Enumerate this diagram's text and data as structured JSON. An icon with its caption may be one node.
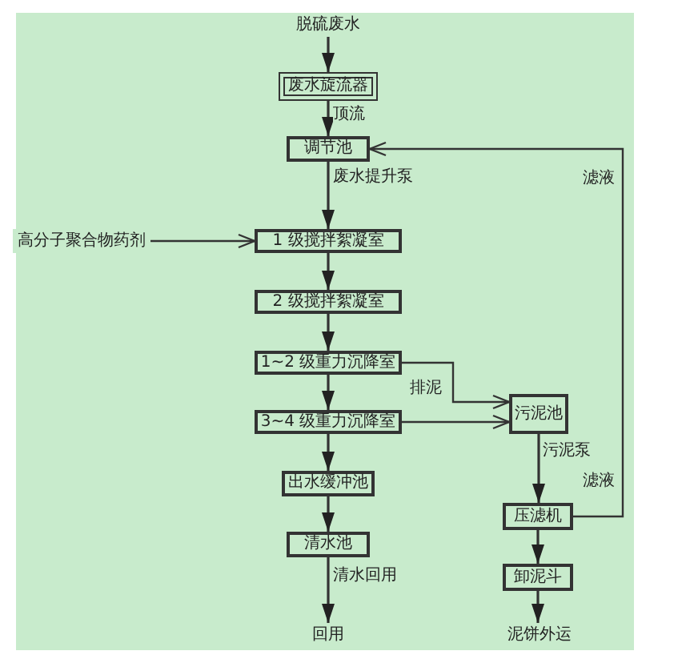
{
  "diagram": {
    "nodes": [
      {
        "text": [
          "脱硫废水"
        ]
      },
      {
        "text": [
          "废水旋流器"
        ]
      },
      {
        "text": [
          "调节池"
        ]
      },
      {
        "text": [
          "高分子聚合物药剂"
        ]
      },
      {
        "text": [
          "1 级搅拌絮凝室"
        ]
      },
      {
        "text": [
          "2 级搅拌絮凝室"
        ]
      },
      {
        "text": [
          "1~2 级重力沉降室"
        ]
      },
      {
        "text": [
          "污泥池"
        ]
      },
      {
        "text": [
          "3~4 级重力沉降室"
        ]
      },
      {
        "text": [
          "出水缓冲池"
        ]
      },
      {
        "text": [
          "压滤机"
        ]
      },
      {
        "text": [
          "清水池"
        ]
      },
      {
        "text": [
          "卸泥斗"
        ]
      },
      {
        "text": [
          "回用"
        ]
      },
      {
        "text": [
          "泥饼外运"
        ]
      }
    ],
    "edges": [
      {
        "from": 0,
        "to": 1,
        "arrow": "to"
      },
      {
        "from": 1,
        "to": 2,
        "arrow": "to",
        "label": "顶流"
      },
      {
        "from": 2,
        "to": 4,
        "arrow": "to",
        "label": "废水提升泵"
      },
      {
        "from": 3,
        "to": 4,
        "arrow": "to"
      },
      {
        "from": 4,
        "to": 5,
        "arrow": "to"
      },
      {
        "from": 5,
        "to": 6,
        "arrow": "to"
      },
      {
        "from": 6,
        "to": 8,
        "arrow": "to"
      },
      {
        "from": 6,
        "to": 7,
        "arrow": "to",
        "label": "排泥"
      },
      {
        "from": 8,
        "to": 7,
        "arrow": "to"
      },
      {
        "from": 8,
        "to": 9,
        "arrow": "to"
      },
      {
        "from": 9,
        "to": 11,
        "arrow": "to"
      },
      {
        "from": 11,
        "to": 13,
        "arrow": "to",
        "label": "清水回用"
      },
      {
        "from": 7,
        "to": 10,
        "arrow": "to",
        "label": "污泥泵"
      },
      {
        "from": 10,
        "to": 2,
        "arrow": "to",
        "label": "滤液"
      },
      {
        "from": 10,
        "to": 12,
        "arrow": "to"
      },
      {
        "from": 12,
        "to": 14,
        "arrow": "to"
      }
    ],
    "labels": [
      "滤液"
    ]
  }
}
